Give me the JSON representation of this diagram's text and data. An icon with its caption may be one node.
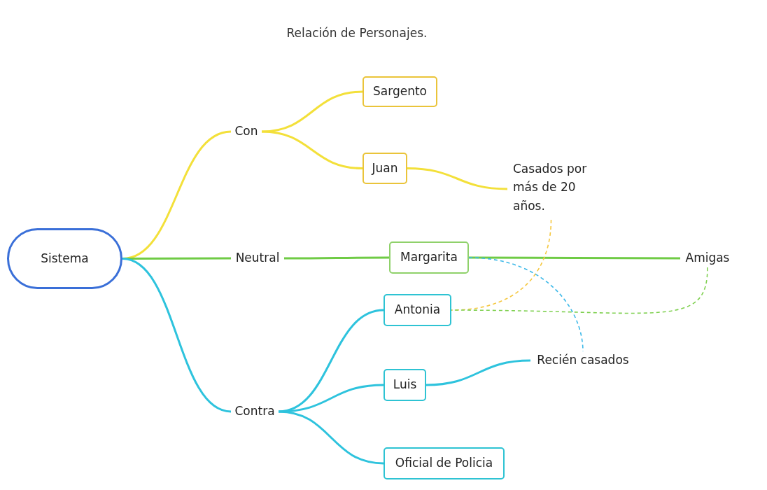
{
  "diagram": {
    "title": "Relación de Personajes.",
    "nodes": [
      {
        "text": [
          "Sistema"
        ]
      },
      {
        "text": [
          "Con"
        ]
      },
      {
        "text": [
          "Neutral"
        ]
      },
      {
        "text": [
          "Contra"
        ]
      },
      {
        "text": [
          "Sargento"
        ]
      },
      {
        "text": [
          "Juan"
        ]
      },
      {
        "text": [
          "Casados por más de 20 años."
        ]
      },
      {
        "text": [
          "Margarita"
        ]
      },
      {
        "text": [
          "Amigas"
        ]
      },
      {
        "text": [
          "Antonia"
        ]
      },
      {
        "text": [
          "Luis"
        ]
      },
      {
        "text": [
          "Recién casados"
        ]
      },
      {
        "text": [
          "Oficial de Policia"
        ]
      }
    ],
    "edges": [
      {
        "from": 0,
        "to": 1,
        "arrow": "none",
        "color": "#f3e03a"
      },
      {
        "from": 0,
        "to": 2,
        "arrow": "none",
        "color": "#6fcb45"
      },
      {
        "from": 0,
        "to": 3,
        "arrow": "none",
        "color": "#2ec3dd"
      },
      {
        "from": 1,
        "to": 4,
        "arrow": "none",
        "color": "#f3e03a"
      },
      {
        "from": 1,
        "to": 5,
        "arrow": "none",
        "color": "#f3e03a"
      },
      {
        "from": 5,
        "to": 6,
        "arrow": "none",
        "color": "#f3e03a"
      },
      {
        "from": 2,
        "to": 7,
        "arrow": "none",
        "color": "#6fcb45"
      },
      {
        "from": 7,
        "to": 8,
        "arrow": "none",
        "color": "#6fcb45"
      },
      {
        "from": 3,
        "to": 9,
        "arrow": "none",
        "color": "#2ec3dd"
      },
      {
        "from": 3,
        "to": 10,
        "arrow": "none",
        "color": "#2ec3dd"
      },
      {
        "from": 3,
        "to": 12,
        "arrow": "none",
        "color": "#2ec3dd"
      },
      {
        "from": 10,
        "to": 11,
        "arrow": "none",
        "color": "#2ec3dd"
      },
      {
        "from": 6,
        "to": 9,
        "arrow": "none",
        "style": "dashed",
        "color": "#f5c842"
      },
      {
        "from": 7,
        "to": 11,
        "arrow": "none",
        "style": "dashed",
        "color": "#3cb8e8"
      },
      {
        "from": 8,
        "to": 9,
        "arrow": "none",
        "style": "dashed",
        "color": "#7fd050"
      }
    ]
  }
}
